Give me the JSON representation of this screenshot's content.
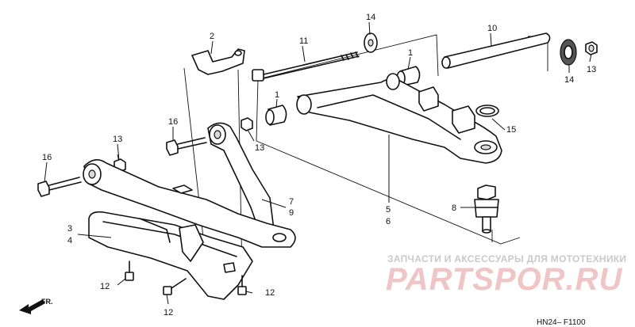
{
  "diagram": {
    "callouts": {
      "c1a": "1",
      "c1b": "1",
      "c2": "2",
      "c3": "3",
      "c4": "4",
      "c5": "5",
      "c6": "6",
      "c7": "7",
      "c8": "8",
      "c9": "9",
      "c10": "10",
      "c11": "11",
      "c12a": "12",
      "c12b": "12",
      "c12c": "12",
      "c13a": "13",
      "c13b": "13",
      "c13c": "13",
      "c14a": "14",
      "c14b": "14",
      "c15": "15",
      "c16a": "16",
      "c16b": "16"
    },
    "direction_label": "FR.",
    "diagram_code": "HN24– F1100"
  },
  "watermark": {
    "subtitle": "ЗАПЧАСТИ И АКСЕССУАРЫ ДЛЯ МОТОТЕХНИКИ",
    "logo_text": "PARTSPOR.RU"
  }
}
